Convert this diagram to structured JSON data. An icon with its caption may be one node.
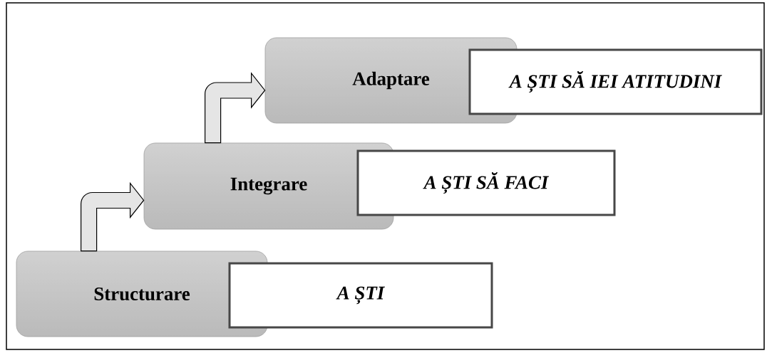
{
  "diagram": {
    "nodes": [
      {
        "text": [
          "Adaptare"
        ]
      },
      {
        "text": [
          "A ȘTI SĂ IEI ATITUDINI"
        ]
      },
      {
        "text": [
          "Integrare"
        ]
      },
      {
        "text": [
          "A ȘTI SĂ FACI"
        ]
      },
      {
        "text": [
          "Structurare"
        ]
      },
      {
        "text": [
          "A ȘTI"
        ]
      }
    ],
    "edges": [
      {
        "from": 4,
        "to": 2,
        "arrow": "to"
      },
      {
        "from": 2,
        "to": 0,
        "arrow": "to"
      }
    ]
  }
}
